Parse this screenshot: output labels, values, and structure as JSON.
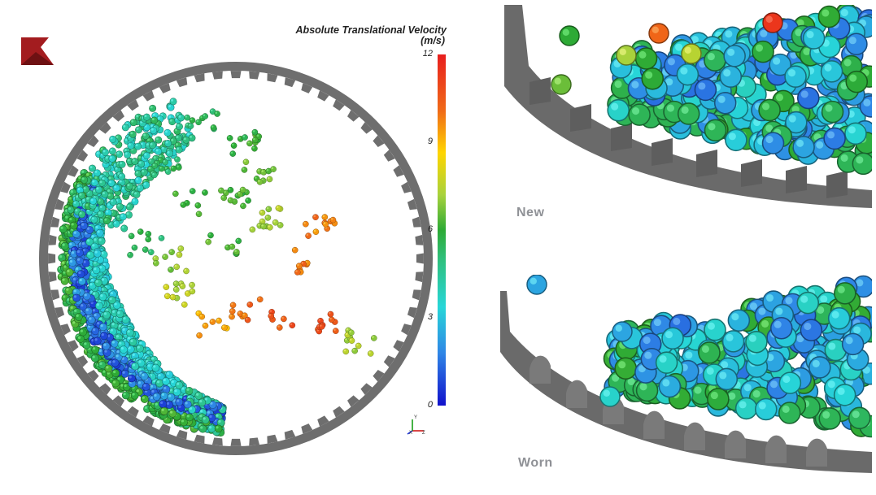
{
  "colorbar": {
    "title": "Absolute Translational Velocity",
    "unit": "(m/s)",
    "ticks": [
      "12",
      "9",
      "6",
      "3",
      "0"
    ]
  },
  "axes_triad": {
    "x": "X",
    "y": "Y",
    "z": "Z"
  },
  "panels": {
    "new": {
      "label": "New"
    },
    "worn": {
      "label": "Worn"
    }
  },
  "colors": {
    "shell": "#6e6e6e",
    "logo": "#a31c1f",
    "label_gray": "#8f9196"
  },
  "icons": [
    "brand-logo-icon",
    "axes-triad-icon"
  ]
}
